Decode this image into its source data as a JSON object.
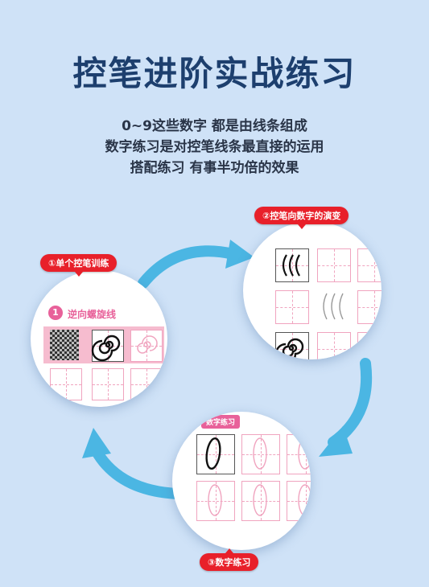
{
  "title": "控笔进阶实战练习",
  "description": {
    "line1": "0~9这些数字 都是由线条组成",
    "line2": "数字练习是对控笔线条最直接的运用",
    "line3": "搭配练习 有事半功倍的效果"
  },
  "steps": [
    {
      "label": "①单个控笔训练"
    },
    {
      "label": "②控笔向数字的演变"
    },
    {
      "label": "③数字练习"
    }
  ],
  "circle1": {
    "badge": "1",
    "lesson_title": "逆向螺旋线"
  },
  "circle3": {
    "section_chip": "数字练习"
  },
  "colors": {
    "background": "#cfe2f7",
    "title": "#1d3f6e",
    "tag": "#e8202a",
    "arrow": "#4bb6e3",
    "pink": "#e8619a"
  }
}
